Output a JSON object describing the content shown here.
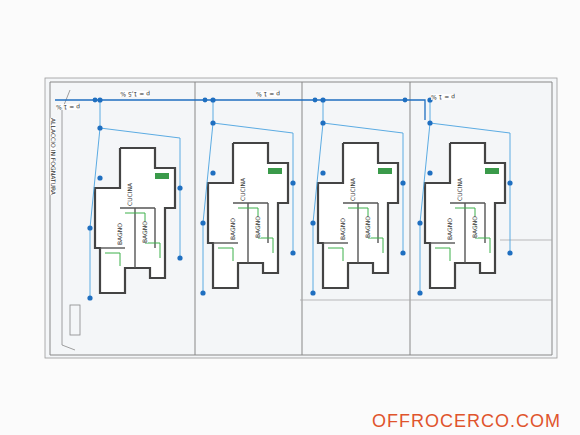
{
  "diagram": {
    "labels": [
      "ALLACCIO IN FOGNATURA",
      "p = 1,5 %",
      "p = 1 %",
      "p = 1 %",
      "p = 1 %",
      "CUCINA",
      "BAGNO",
      "BAGNO",
      "CUCINA",
      "BAGNO",
      "BAGNO",
      "CUCINA",
      "BAGNO",
      "BAGNO",
      "CUCINA",
      "BAGNO",
      "BAGNO",
      "OFFROCERCO.COM"
    ]
  }
}
